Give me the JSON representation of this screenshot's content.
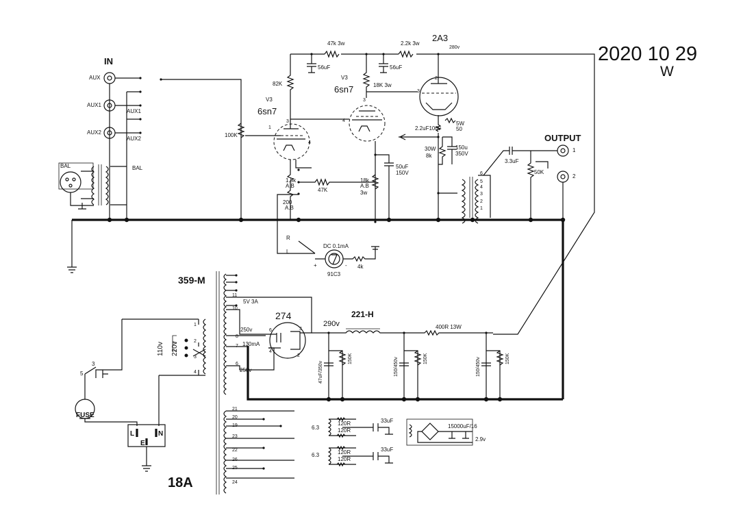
{
  "date_text": "2020 10 29",
  "date_sub": "W",
  "input": {
    "title": "IN",
    "aux": "AUX",
    "aux1": "AUX1",
    "aux1_tag": "AUX1",
    "aux2": "AUX2",
    "aux2_tag": "AUX2",
    "bal": "BAL",
    "bal_tag": "BAL"
  },
  "output": {
    "title": "OUTPUT",
    "pin1": "1",
    "pin2": "2",
    "cap": "3.3uF",
    "pot": "50K"
  },
  "tubes": {
    "v1_ref": "V3",
    "v1_type": "6sn7",
    "v2_ref": "V3",
    "v2_type": "6sn7",
    "v3_type": "2A3",
    "v3_volt": "280v",
    "rect_type": "274"
  },
  "components": {
    "r_47k3w": "47k 3w",
    "r_22k3w": "2.2k 3w",
    "c_56uf_a": "56uF",
    "c_56uf_b": "56uF",
    "r_82k": "82K",
    "r_18k3w": "18K 3w",
    "r_100k": "100K",
    "cap_2u2": "2.2uF100v",
    "r_5w": "5W",
    "r_5w_b": "50",
    "r_30w": "30W",
    "r_30w_b": "8k",
    "c_150u": "150u",
    "c_150u_b": "350V",
    "r_15k": "1.5k",
    "r_15k_b": "A.B",
    "r_47k": "47K",
    "r_18k": "18k",
    "r_18k_b": "A.B",
    "r_18k_c": "3w",
    "c_50uf": "50uF",
    "c_50uf_b": "150V",
    "r_200": "200",
    "r_200_b": "A.B",
    "meter_label": "DC 0.1mA",
    "meter_type": "91C3",
    "meter_r": "4k",
    "meter_plus": "+",
    "meter_minus": "-",
    "meter_r_sw": "R",
    "meter_l_sw": "L"
  },
  "power": {
    "transformer": "359-M",
    "label_18a": "18A",
    "v5": "5V 3A",
    "v250a": "250v",
    "v250b": "250v",
    "i130": "130mA",
    "v290": "290v",
    "choke": "221-H",
    "r_400": "400R 13W",
    "c1": "47uF/350v",
    "c1r": "150K",
    "c2": "150/450v",
    "c2r": "150K",
    "c3": "150/450v",
    "c3r": "150K",
    "v110": "110v",
    "v220": "220v",
    "fuse": "FUSE",
    "l": "L",
    "n": "N",
    "e": "E",
    "fil1": "6.3",
    "fil2": "6.3",
    "r120a": "120R",
    "r120b": "120R",
    "r120c": "120R",
    "r120d": "120R",
    "c33a": "33uF",
    "c33b": "33uF",
    "c15000": "15000uF/16",
    "v29": "2.9v"
  },
  "pins": {
    "p11": "11",
    "p10": "10",
    "p8": "8",
    "p7": "7",
    "p6": "6",
    "p21": "21",
    "p20": "20",
    "p19": "19",
    "p23": "23",
    "p22": "22",
    "p26": "26",
    "p25": "25",
    "p24": "24",
    "m1": "1",
    "m2": "2",
    "m3": "3",
    "m4": "4",
    "s3": "3",
    "s5": "5"
  }
}
